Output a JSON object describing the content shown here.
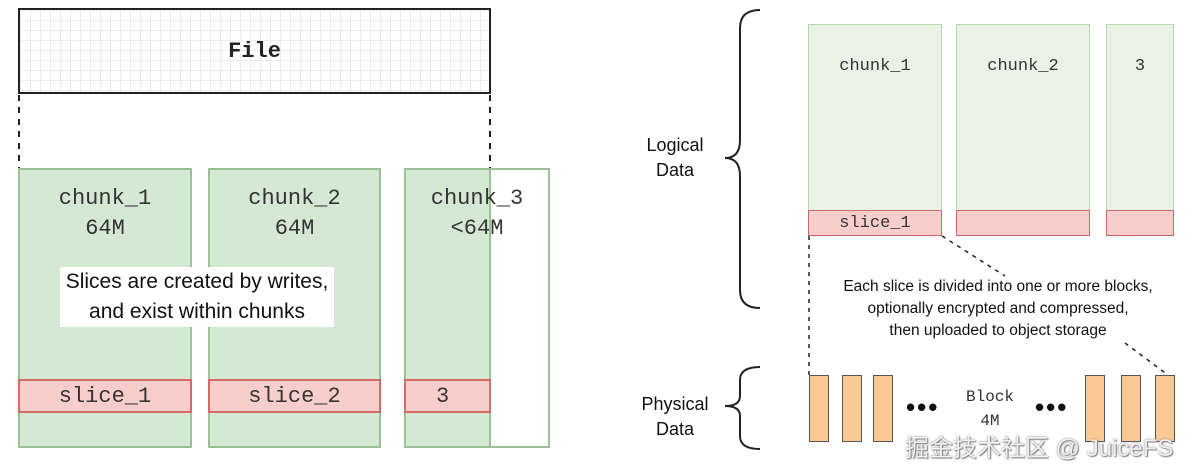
{
  "left_diagram": {
    "file_label": "File",
    "chunks": [
      {
        "name": "chunk_1",
        "size": "64M",
        "slice": "slice_1"
      },
      {
        "name": "chunk_2",
        "size": "64M",
        "slice": "slice_2"
      },
      {
        "name": "chunk_3",
        "size": "<64M",
        "slice": "3"
      }
    ],
    "note_line1": "Slices are created by writes,",
    "note_line2": "and exist within chunks"
  },
  "right_diagram": {
    "logical_label_line1": "Logical",
    "logical_label_line2": "Data",
    "physical_label_line1": "Physical",
    "physical_label_line2": "Data",
    "chunks": [
      {
        "name": "chunk_1",
        "slice": "slice_1"
      },
      {
        "name": "chunk_2",
        "slice": ""
      },
      {
        "name": "3",
        "slice": ""
      }
    ],
    "caption_line1": "Each slice is divided into one or more blocks,",
    "caption_line2": "optionally encrypted and compressed,",
    "caption_line3": "then uploaded to object storage",
    "block_label_line1": "Block",
    "block_label_line2": "4M",
    "ellipsis": "•••"
  },
  "watermark": "掘金技术社区 @ JuiceFS",
  "colors": {
    "chunk_fill": "#d5e8d4",
    "chunk_stroke": "#9bc297",
    "slice_fill": "#f8cecc",
    "slice_stroke": "#d46a66",
    "block_fill": "#fbc994"
  }
}
